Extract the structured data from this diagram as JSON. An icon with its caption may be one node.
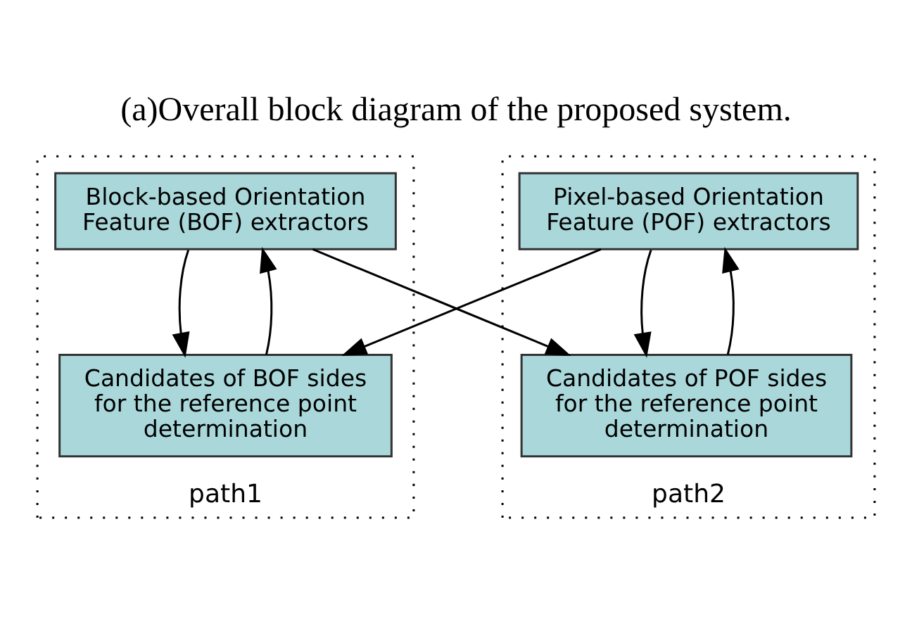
{
  "diagram": {
    "title": "(a)Overall block diagram of the proposed system.",
    "nodes": [
      {
        "text": [
          "path1"
        ]
      },
      {
        "text": [
          "Block-based Orientation Feature (BOF) extractors"
        ],
        "in": 0
      },
      {
        "text": [
          "Candidates of BOF sides for the reference point determination"
        ],
        "in": 0
      },
      {
        "text": [
          "path2"
        ]
      },
      {
        "text": [
          "Pixel-based Orientation Feature (POF) extractors"
        ],
        "in": 3
      },
      {
        "text": [
          "Candidates of POF sides for the reference point determination"
        ],
        "in": 3
      }
    ],
    "edges": [
      {
        "from": 1,
        "to": 2,
        "arrow": "to"
      },
      {
        "from": 1,
        "to": 5,
        "arrow": "to"
      },
      {
        "from": 4,
        "to": 5,
        "arrow": "to"
      },
      {
        "from": 4,
        "to": 2,
        "arrow": "to"
      },
      {
        "from": 2,
        "to": 1,
        "arrow": "to"
      },
      {
        "from": 5,
        "to": 4,
        "arrow": "to"
      }
    ]
  }
}
